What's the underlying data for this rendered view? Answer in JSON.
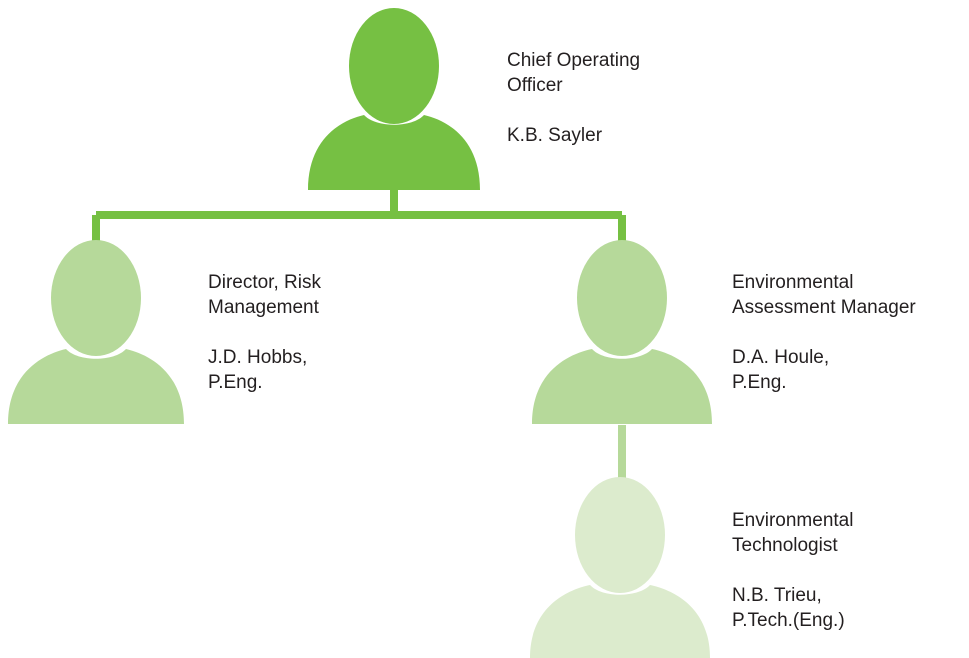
{
  "colors": {
    "level_1": "#76c043",
    "level_2": "#b6d99a",
    "level_3": "#dcebcd",
    "background": "#ffffff"
  },
  "icon": "person-icon",
  "nodes": {
    "coo": {
      "title_lines": [
        "Chief Operating",
        "Officer"
      ],
      "name_lines": [
        "K.B. Sayler"
      ]
    },
    "director": {
      "title_lines": [
        "Director, Risk",
        "Management"
      ],
      "name_lines": [
        "J.D. Hobbs,",
        "P.Eng."
      ]
    },
    "env_manager": {
      "title_lines": [
        "Environmental",
        "Assessment Manager"
      ],
      "name_lines": [
        "D.A. Houle,",
        "P.Eng."
      ]
    },
    "technologist": {
      "title_lines": [
        "Environmental",
        "Technologist"
      ],
      "name_lines": [
        "N.B. Trieu,",
        "P.Tech.(Eng.)"
      ]
    }
  }
}
